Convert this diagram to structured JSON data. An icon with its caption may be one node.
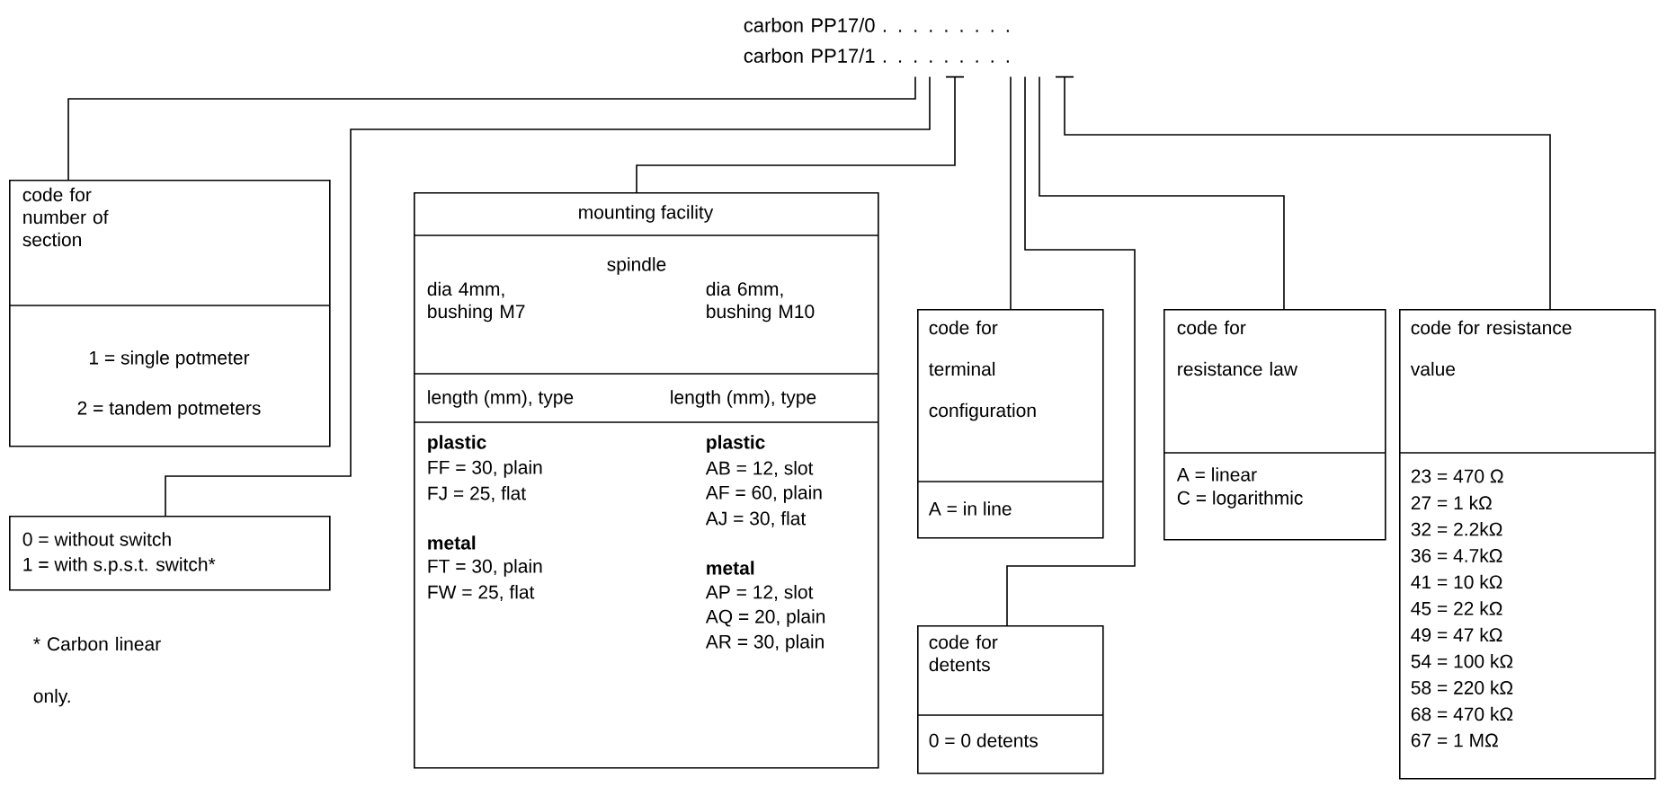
{
  "diagram": {
    "nodes": [
      {
        "text": [
          "carbon PP17/0 . . . .   . . . . .",
          "carbon PP17/1 . . . .   . . . . ."
        ]
      },
      {
        "text": [
          "code for number of section",
          "1 = single potmeter",
          "2 = tandem potmeters"
        ]
      },
      {
        "text": [
          "mounting facility",
          "spindle",
          "dia 4mm, bushing M7",
          "dia 6mm, bushing M10",
          "length (mm), type",
          "length (mm), type",
          "plastic",
          "FF = 30, plain",
          "FJ = 25, flat",
          "metal",
          "FT = 30, plain",
          "FW = 25, flat",
          "plastic",
          "AB = 12, slot",
          "AF = 60, plain",
          "AJ = 30, flat",
          "metal",
          "AP = 12, slot",
          "AQ = 20, plain",
          "AR = 30, plain"
        ]
      },
      {
        "text": [
          "code for terminal configuration",
          "A = in line"
        ]
      },
      {
        "text": [
          "code for resistance law",
          "A = linear",
          "C = logarithmic"
        ]
      },
      {
        "text": [
          "code for resistance value",
          "23 = 470 Ω",
          "27 = 1 kΩ",
          "32 = 2.2kΩ",
          "36 = 4.7kΩ",
          "41 = 10 kΩ",
          "45 = 22 kΩ",
          "49 = 47 kΩ",
          "54 = 100 kΩ",
          "58 = 220 kΩ",
          "68 = 470 kΩ",
          "67 = 1 MΩ"
        ]
      },
      {
        "text": [
          "0 = without switch",
          "1 = with s.p.s.t. switch*"
        ]
      },
      {
        "text": [
          "code for detents",
          "0 = 0 detents"
        ]
      }
    ],
    "edges": [
      {
        "from": 0,
        "to": 1,
        "arrow": "none"
      },
      {
        "from": 0,
        "to": 6,
        "arrow": "none"
      },
      {
        "from": 0,
        "to": 2,
        "arrow": "none"
      },
      {
        "from": 0,
        "to": 3,
        "arrow": "none"
      },
      {
        "from": 0,
        "to": 7,
        "arrow": "none"
      },
      {
        "from": 0,
        "to": 4,
        "arrow": "none"
      },
      {
        "from": 0,
        "to": 5,
        "arrow": "none"
      }
    ],
    "labels": [
      "* Carbon linear only."
    ]
  }
}
